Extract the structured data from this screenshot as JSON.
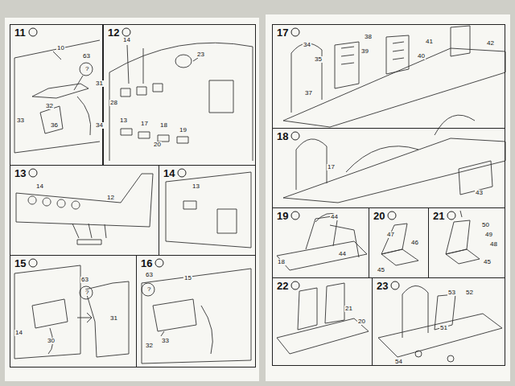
{
  "diagram": {
    "nodes": [
      {
        "text": [
          "11"
        ]
      },
      {
        "text": [
          "12"
        ]
      },
      {
        "text": [
          "13"
        ]
      },
      {
        "text": [
          "14"
        ]
      },
      {
        "text": [
          "15"
        ]
      },
      {
        "text": [
          "16"
        ]
      },
      {
        "text": [
          "17"
        ]
      },
      {
        "text": [
          "18"
        ]
      },
      {
        "text": [
          "19"
        ]
      },
      {
        "text": [
          "20"
        ]
      },
      {
        "text": [
          "21"
        ]
      },
      {
        "text": [
          "22"
        ]
      },
      {
        "text": [
          "23"
        ]
      }
    ],
    "labels": [
      "10",
      "63",
      "?",
      "31",
      "32",
      "33",
      "36",
      "34",
      "14",
      "23",
      "28",
      "13",
      "17",
      "18",
      "19",
      "20",
      "14",
      "12",
      "13",
      "63",
      "?",
      "14",
      "30",
      "31",
      "63",
      "?",
      "15",
      "32",
      "33",
      "34",
      "35",
      "38",
      "39",
      "40",
      "41",
      "42",
      "37",
      "17",
      "43",
      "44",
      "44",
      "18",
      "47",
      "46",
      "45",
      "50",
      "49",
      "48",
      "45",
      "21",
      "20",
      "53",
      "52",
      "51",
      "54"
    ]
  }
}
